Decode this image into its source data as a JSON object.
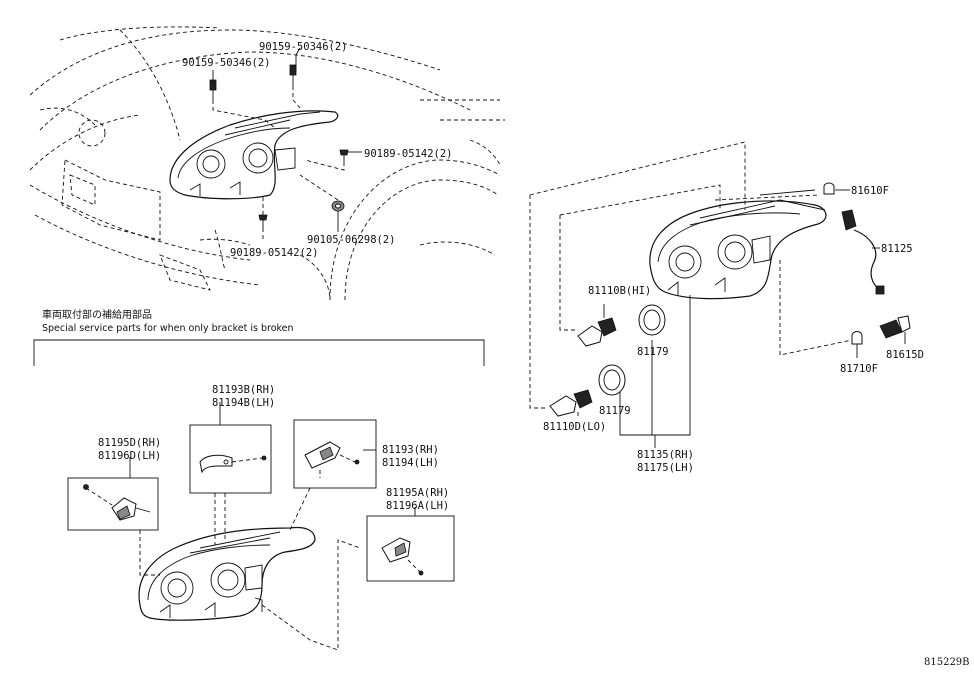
{
  "diagram": {
    "labels": {
      "bolt_top_right": "90159-50346(2)",
      "bolt_top_left": "90159-50346(2)",
      "screw_right": "90189-05142(2)",
      "nut": "90105-06298(2)",
      "screw_bottom": "90189-05142(2)",
      "bulb_hi": "81110B(HI)",
      "bulb_lo": "81110D(LO)",
      "cap_upper": "81179",
      "cap_lower": "81179",
      "headlamp_rh": "81135(RH)",
      "headlamp_lh": "81175(LH)",
      "side_bulb": "81610F",
      "socket_wire": "81125",
      "socket": "81615D",
      "wedge_bulb": "81710F",
      "bracket_b_rh": "81193B(RH)",
      "bracket_b_lh": "81194B(LH)",
      "bracket_rh": "81193(RH)",
      "bracket_lh": "81194(LH)",
      "bracket_d_rh": "81195D(RH)",
      "bracket_d_lh": "81196D(LH)",
      "bracket_a_rh": "81195A(RH)",
      "bracket_a_lh": "81196A(LH)",
      "ref_number": "815229B"
    },
    "notes": {
      "section_title_jp": "車両取付部の補給用部品",
      "section_title_en": "Special service parts for when only bracket is broken"
    }
  }
}
